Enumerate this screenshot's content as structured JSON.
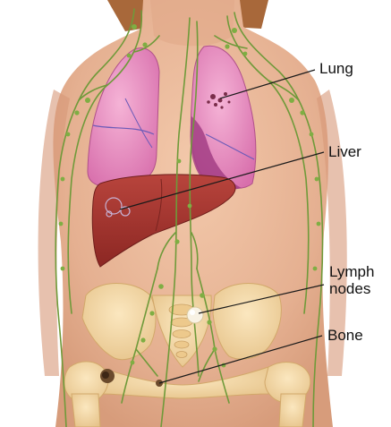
{
  "labels": {
    "lung": "Lung",
    "liver": "Liver",
    "lymph_nodes_line1": "Lymph",
    "lymph_nodes_line2": "nodes",
    "bone": "Bone"
  },
  "colors": {
    "skin": "#e9b999",
    "skin_shadow": "#d99d7b",
    "lung": "#e98fbd",
    "lung_dark": "#c2529a",
    "liver": "#a5342f",
    "lymph": "#6f9a3a",
    "bone": "#f2d6a2",
    "hair": "#a8683a"
  }
}
